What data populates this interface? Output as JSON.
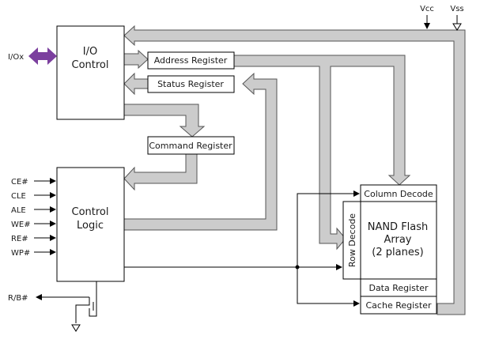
{
  "supply": {
    "vcc": "Vcc",
    "vss": "Vss"
  },
  "io": {
    "pin": "I/Ox",
    "block_line1": "I/O",
    "block_line2": "Control"
  },
  "registers": {
    "address": "Address Register",
    "status": "Status Register",
    "command": "Command Register"
  },
  "control": {
    "line1": "Control",
    "line2": "Logic",
    "pins": [
      "CE#",
      "CLE",
      "ALE",
      "WE#",
      "RE#",
      "WP#"
    ]
  },
  "array": {
    "column_decode": "Column Decode",
    "row_decode": "Row Decode",
    "line1": "NAND Flash",
    "line2": "Array",
    "line3": "(2 planes)",
    "data_register": "Data Register",
    "cache_register": "Cache Register"
  },
  "ready_busy": {
    "pin": "R/B#"
  },
  "colors": {
    "bus_fill": "#cccccc",
    "bus_stroke": "#555555",
    "io_arrow": "#7b3f9e",
    "line": "#000000"
  }
}
